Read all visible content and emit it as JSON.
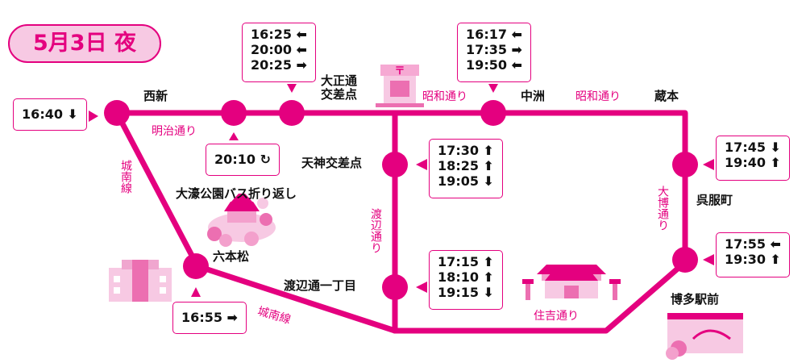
{
  "title": "5月3日 夜",
  "colors": {
    "route": "#e4007f",
    "pale": "#f7c9e3",
    "text": "#111111"
  },
  "stops": [
    {
      "id": "nishijin",
      "name": "西新"
    },
    {
      "id": "taisho",
      "name": "大正通\n交差点"
    },
    {
      "id": "nakasu",
      "name": "中洲"
    },
    {
      "id": "kuramoto",
      "name": "蔵本"
    },
    {
      "id": "tenjin",
      "name": "天神交差点"
    },
    {
      "id": "gofukumachi",
      "name": "呉服町"
    },
    {
      "id": "ohori",
      "name": "大濠公園バス折り返し"
    },
    {
      "id": "ropponmatsu",
      "name": "六本松"
    },
    {
      "id": "watanabe",
      "name": "渡辺通一丁目"
    },
    {
      "id": "hakata",
      "name": "博多駅前"
    }
  ],
  "roads": {
    "meiji": "明治通り",
    "showa_1": "昭和通り",
    "showa_2": "昭和通り",
    "jonan_v": "城南線",
    "jonan_h": "城南線",
    "watanabe_v": "渡辺通り",
    "taihaku": "大博通り",
    "sumiyoshi": "住吉通り"
  },
  "schedule": {
    "nishijin": [
      "16:40 ⬇"
    ],
    "meiji_turn": [
      "20:10 ↻"
    ],
    "taisho": [
      "16:25 ⬅",
      "20:00 ⬅",
      "20:25 ➡"
    ],
    "nakasu": [
      "16:17 ⬅",
      "17:35 ➡",
      "19:50 ⬅"
    ],
    "tenjin": [
      "17:30 ⬆",
      "18:25 ⬆",
      "19:05 ⬇"
    ],
    "watanabe": [
      "17:15 ⬆",
      "18:10 ⬆",
      "19:15 ⬇"
    ],
    "kuramoto": [
      "17:45 ⬇",
      "19:40 ⬆"
    ],
    "hakata": [
      "17:55 ⬅",
      "19:30 ⬆"
    ],
    "ropponmatsu": [
      "16:55 ➡"
    ]
  },
  "icons": [
    "post-office-icon",
    "building-icon",
    "castle-icon",
    "shrine-icon",
    "station-icon"
  ]
}
